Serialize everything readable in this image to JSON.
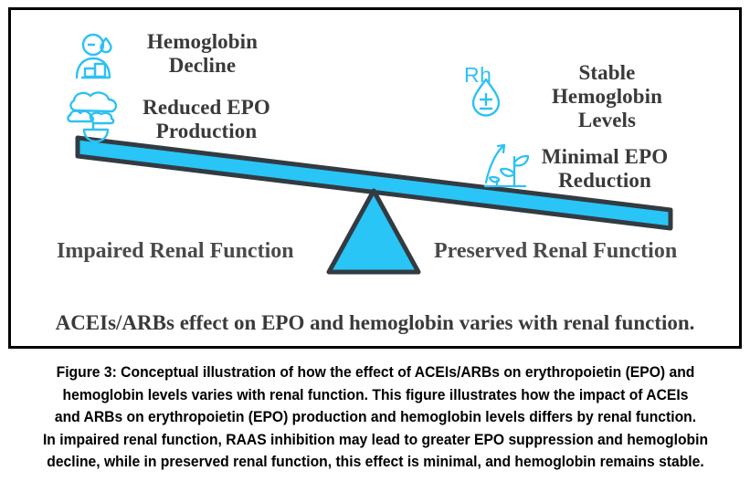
{
  "figure": {
    "panel": {
      "summary_text": "ACEIs/ARBs effect on EPO and hemoglobin varies with renal function.",
      "left_side_label": "Impaired Renal Function",
      "right_side_label": "Preserved Renal Function",
      "left_items": [
        {
          "icon": "person-hemoglobin-drop-icon",
          "line1": "Hemoglobin",
          "line2": "Decline"
        },
        {
          "icon": "kidney-cloud-icon",
          "line1": "Reduced EPO",
          "line2": "Production"
        }
      ],
      "right_items": [
        {
          "icon": "rh-blood-droplet-icon",
          "icon_text": "Rh",
          "line1": "Stable",
          "line2": "Hemoglobin",
          "line3": "Levels"
        },
        {
          "icon": "plant-growth-arrow-icon",
          "line1": "Minimal EPO",
          "line2": "Reduction"
        }
      ]
    },
    "caption": {
      "lines": [
        "Figure 3: Conceptual illustration of how the effect of ACEIs/ARBs on erythropoietin (EPO) and",
        "hemoglobin levels varies with renal function. This figure illustrates how the impact of ACEIs",
        "and ARBs on erythropoietin (EPO) production and hemoglobin levels differs by renal function.",
        "In impaired renal function, RAAS inhibition may lead to greater EPO suppression and hemoglobin",
        "decline, while in preserved renal function, this effect is minimal, and hemoglobin remains stable."
      ]
    },
    "colors": {
      "accent_blue": "#29c5f6",
      "icon_blue": "#2ec1f3",
      "outline_dark": "#333b42",
      "label_gray": "#3a3a3a",
      "border_black": "#000000",
      "background": "#ffffff"
    }
  }
}
